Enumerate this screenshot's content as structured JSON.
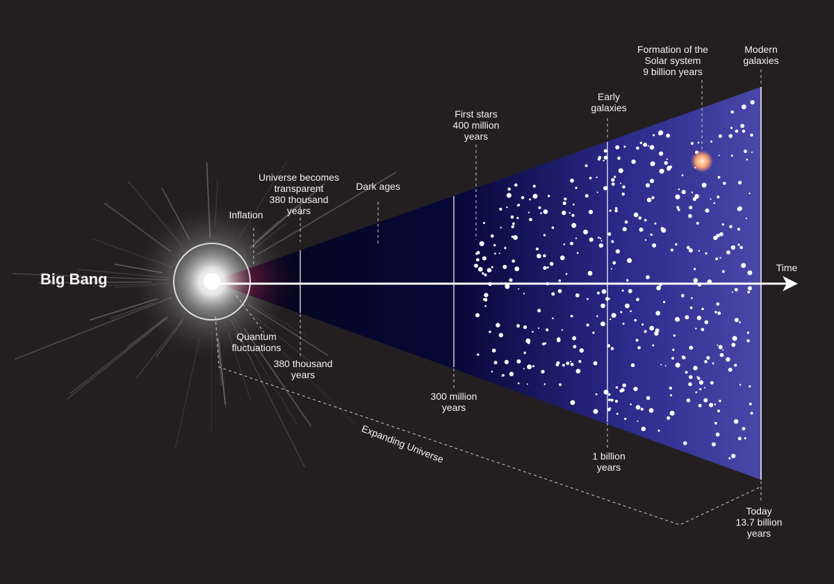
{
  "diagram": {
    "big_bang": "Big Bang",
    "time_axis": "Time",
    "expanding_universe": "Expanding Universe",
    "inflation": "Inflation",
    "quantum": [
      "Quantum",
      "fluctuations"
    ],
    "transparent": [
      "Universe becomes",
      "transparent",
      "380 thousand",
      "years"
    ],
    "dark_ages": "Dark ages",
    "first_stars": [
      "First stars",
      "400 million",
      "years"
    ],
    "early_galaxies": [
      "Early",
      "galaxies"
    ],
    "solar_system": [
      "Formation of the",
      "Solar system",
      "9 billion years"
    ],
    "modern_galaxies": [
      "Modern",
      "galaxies"
    ],
    "t_380k": [
      "380 thousand",
      "years"
    ],
    "t_300m": [
      "300 million",
      "years"
    ],
    "t_1b": [
      "1 billion",
      "years"
    ],
    "t_today": [
      "Today",
      "13.7 billion",
      "years"
    ]
  },
  "colors": {
    "background": "#231f20",
    "cone_dark": "#050520",
    "cone_bright": "#4a48a8",
    "inflation_glow": "#7a1030",
    "sun": "#f7a070",
    "axis": "#ffffff"
  }
}
